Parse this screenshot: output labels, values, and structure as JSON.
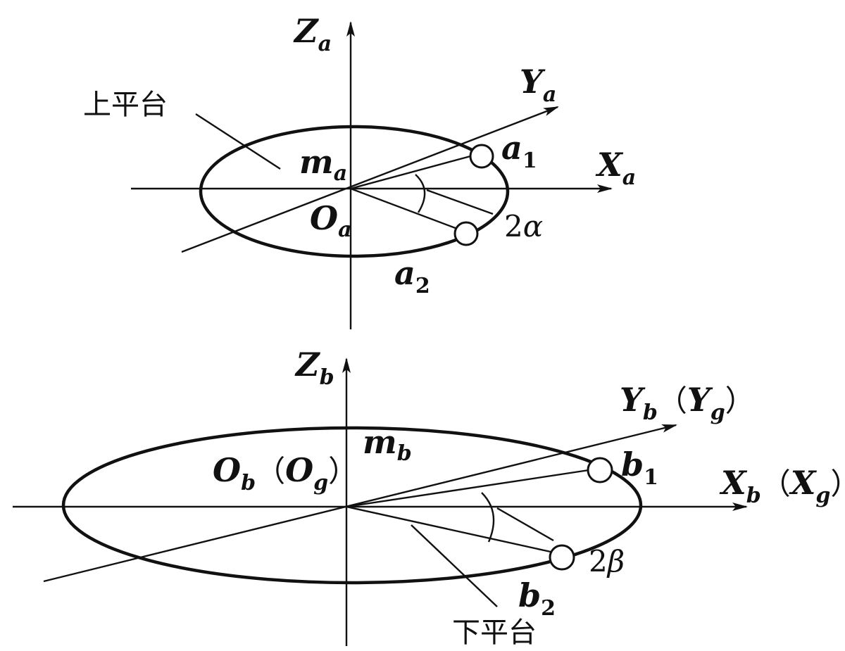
{
  "top_platform": {
    "name": "上平台",
    "axes": {
      "z": {
        "main": "Z",
        "sub": "a"
      },
      "y": {
        "main": "Y",
        "sub": "a"
      },
      "x": {
        "main": "X",
        "sub": "a"
      }
    },
    "origin": {
      "main": "O",
      "sub": "a"
    },
    "center": {
      "main": "m",
      "sub": "a"
    },
    "joint1": {
      "main": "a",
      "sub": "1"
    },
    "joint2": {
      "main": "a",
      "sub": "2"
    },
    "angle": {
      "coef": "2",
      "sym": "α"
    }
  },
  "bottom_platform": {
    "name": "下平台",
    "axes": {
      "z": {
        "main": "Z",
        "sub": "b"
      },
      "y": {
        "main": "Y",
        "sub": "b",
        "paren_main": "Y",
        "paren_sub": "g"
      },
      "x": {
        "main": "X",
        "sub": "b",
        "paren_main": "X",
        "paren_sub": "g"
      }
    },
    "origin": {
      "main": "O",
      "sub": "b",
      "paren_main": "O",
      "paren_sub": "g"
    },
    "center": {
      "main": "m",
      "sub": "b"
    },
    "joint1": {
      "main": "b",
      "sub": "1"
    },
    "joint2": {
      "main": "b",
      "sub": "2"
    },
    "angle": {
      "coef": "2",
      "sym": "β"
    }
  },
  "paren": {
    "open": "（",
    "close": "）"
  }
}
